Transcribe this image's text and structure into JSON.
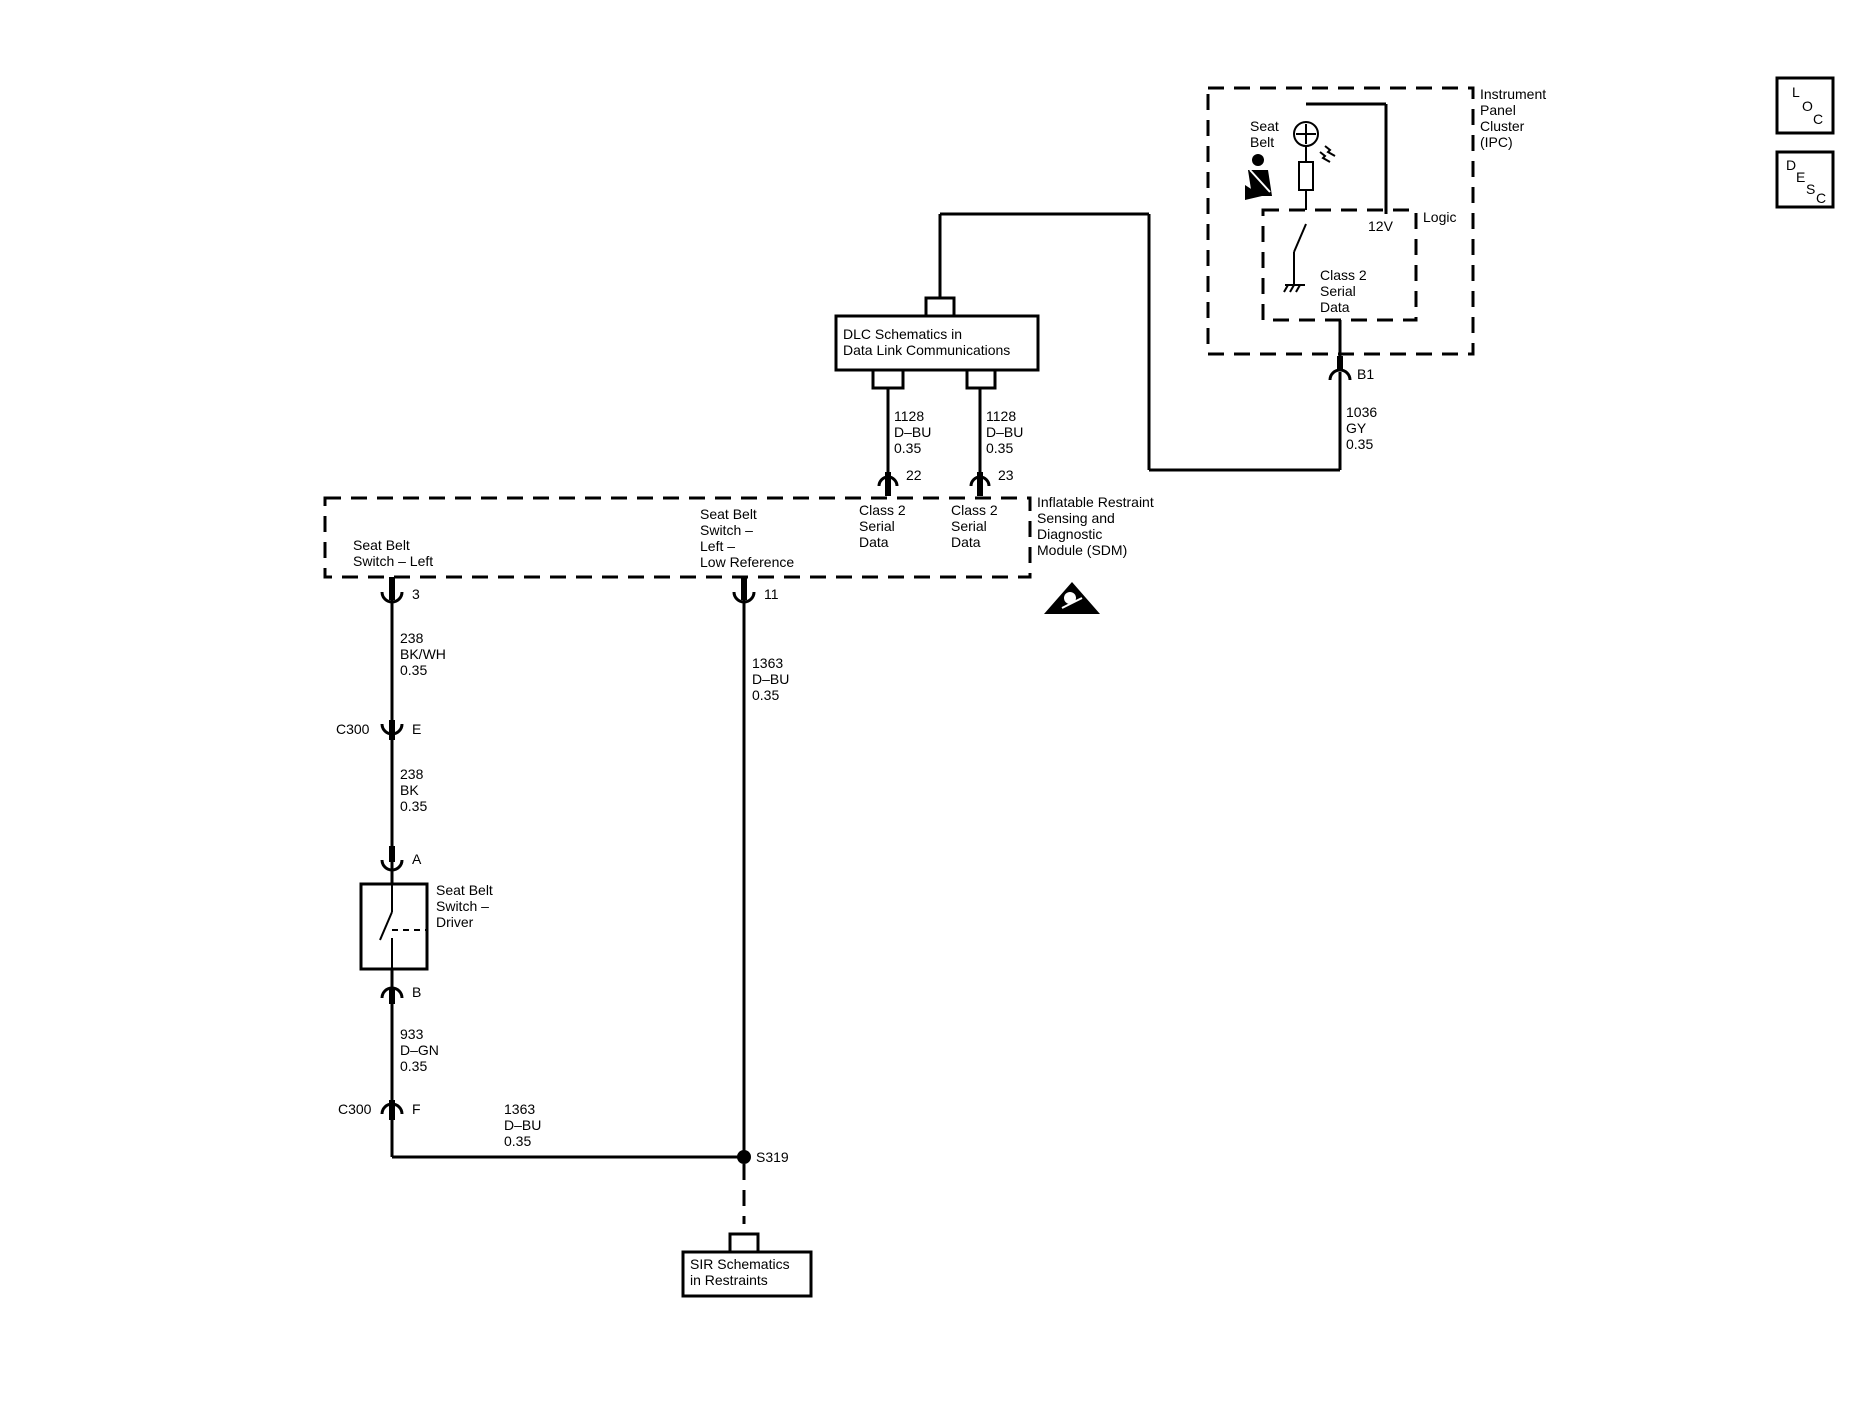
{
  "side_buttons": {
    "loc": [
      "L",
      "O",
      "C"
    ],
    "desc": [
      "D",
      "E",
      "S",
      "C"
    ]
  },
  "ipc": {
    "name": [
      "Instrument",
      "Panel",
      "Cluster",
      "(IPC)"
    ],
    "lamp_label": [
      "Seat",
      "Belt"
    ],
    "logic": "Logic",
    "v12": "12V",
    "class2": [
      "Class 2",
      "Serial",
      "Data"
    ],
    "connector": "B1"
  },
  "dlc": {
    "lines": [
      "DLC Schematics in",
      "Data Link Communications"
    ]
  },
  "sir": {
    "lines": [
      "SIR Schematics",
      "in Restraints"
    ]
  },
  "sdm": {
    "name": [
      "Inflatable Restraint",
      "Sensing and",
      "Diagnostic",
      "Module (SDM)"
    ],
    "pin_left": [
      "Seat Belt",
      "Switch – Left"
    ],
    "pin_lowref": [
      "Seat Belt",
      "Switch –",
      "Left –",
      "Low Reference"
    ],
    "pin22": [
      "Class 2",
      "Serial",
      "Data"
    ],
    "pin23": [
      "Class 2",
      "Serial",
      "Data"
    ],
    "pin22_num": "22",
    "pin23_num": "23",
    "pin3_num": "3",
    "pin11_num": "11"
  },
  "switch": {
    "name": [
      "Seat Belt",
      "Switch –",
      "Driver"
    ],
    "pin_a": "A",
    "pin_b": "B"
  },
  "c300": {
    "name": "C300",
    "pin_e": "E",
    "pin_f": "F"
  },
  "splice": "S319",
  "wires": {
    "w1128a": [
      "1128",
      "D–BU",
      "0.35"
    ],
    "w1128b": [
      "1128",
      "D–BU",
      "0.35"
    ],
    "w1036": [
      "1036",
      "GY",
      "0.35"
    ],
    "w238a": [
      "238",
      "BK/WH",
      "0.35"
    ],
    "w238b": [
      "238",
      "BK",
      "0.35"
    ],
    "w933": [
      "933",
      "D–GN",
      "0.35"
    ],
    "w1363a": [
      "1363",
      "D–BU",
      "0.35"
    ],
    "w1363b": [
      "1363",
      "D–BU",
      "0.35"
    ]
  }
}
